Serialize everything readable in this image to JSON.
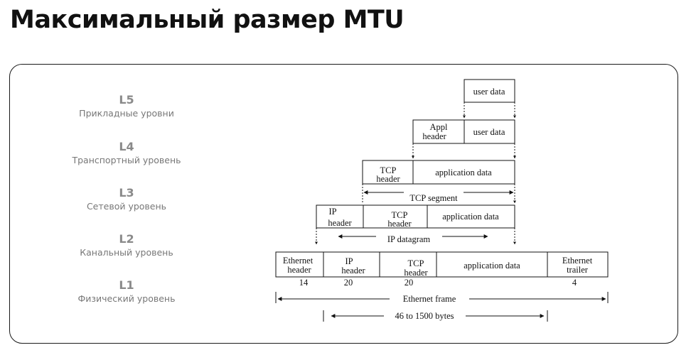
{
  "title": "Максимальный размер MTU",
  "layers": [
    {
      "code": "L5",
      "name": "Прикладные уровни"
    },
    {
      "code": "L4",
      "name": "Транспортный уровень"
    },
    {
      "code": "L3",
      "name": "Сетевой уровень"
    },
    {
      "code": "L2",
      "name": "Канальный уровень"
    },
    {
      "code": "L1",
      "name": "Физический уровень"
    }
  ],
  "diagram": {
    "user_data": "user data",
    "appl_header_1": "Appl",
    "appl_header_2": "header",
    "tcp_header_1": "TCP",
    "tcp_header_2": "header",
    "ip_header_1": "IP",
    "ip_header_2": "header",
    "ethernet_header_1": "Ethernet",
    "ethernet_header_2": "header",
    "ethernet_trailer_1": "Ethernet",
    "ethernet_trailer_2": "trailer",
    "application_data": "application data",
    "tcp_segment": "TCP segment",
    "ip_datagram": "IP datagram",
    "ethernet_frame": "Ethernet frame",
    "payload_range": "46 to 1500 bytes",
    "size_eth_header": "14",
    "size_ip_header": "20",
    "size_tcp_header": "20",
    "size_eth_trailer": "4"
  }
}
